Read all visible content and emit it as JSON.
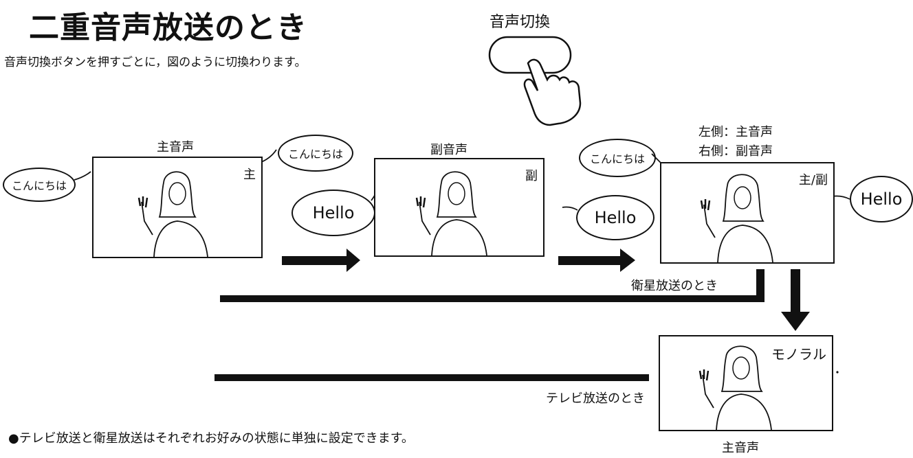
{
  "page": {
    "title": "二重音声放送のとき",
    "subtitle": "音声切換ボタンを押すごとに，図のように切換わります。",
    "footnote": "●テレビ放送と衛星放送はそれぞれお好みの状態に単独に設定できます。"
  },
  "button": {
    "label": "音声切換"
  },
  "screens": {
    "main": {
      "label": "主音声",
      "corner": "主",
      "bubble_left": "こんにちは",
      "bubble_right": "こんにちは"
    },
    "sub": {
      "label": "副音声",
      "corner": "副",
      "bubble_left": "Hello",
      "bubble_right": "Hello"
    },
    "both": {
      "label_line1": "左側：主音声",
      "label_line2": "右側：副音声",
      "corner": "主/副",
      "bubble_left": "こんにちは",
      "bubble_right": "Hello"
    },
    "mono": {
      "label": "主音声",
      "corner": "モノラル"
    }
  },
  "flow": {
    "satellite_label": "衛星放送のとき",
    "tv_label": "テレビ放送のとき"
  },
  "colors": {
    "ink": "#111111",
    "background": "#ffffff"
  }
}
